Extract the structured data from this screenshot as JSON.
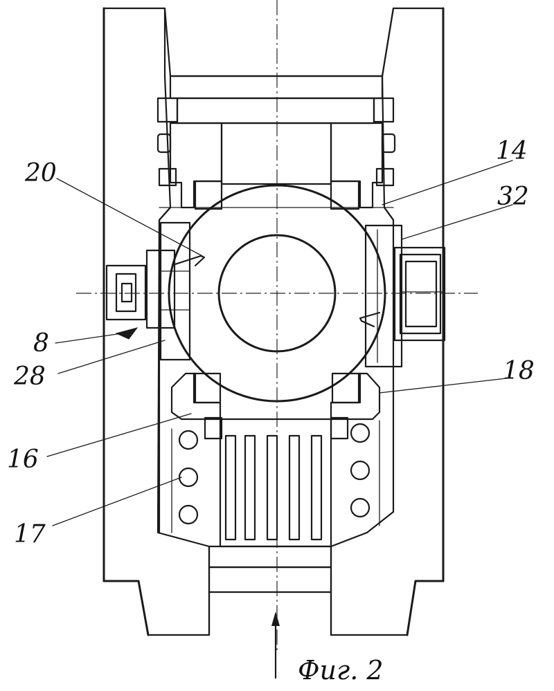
{
  "figure": {
    "caption": "Фиг. 2",
    "labels": {
      "l20": "20",
      "l14": "14",
      "l32": "32",
      "l8": "8",
      "l28": "28",
      "l18": "18",
      "l16": "16",
      "l17": "17"
    }
  },
  "colors": {
    "ink": "#1a1a1a",
    "paper": "#ffffff"
  }
}
